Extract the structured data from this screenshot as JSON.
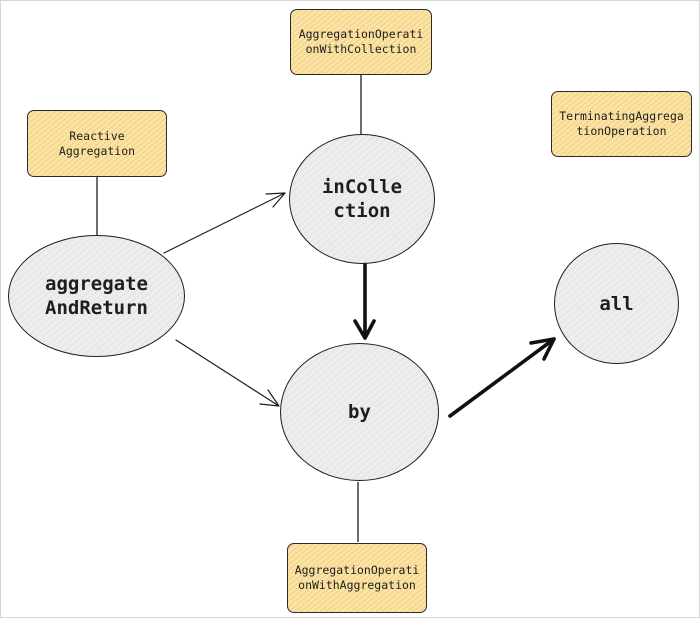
{
  "diagram": {
    "nodes": {
      "aggregate": {
        "line1": "aggregate",
        "line2": "AndReturn"
      },
      "incollection": {
        "line1": "inColle",
        "line2": "ction"
      },
      "by": {
        "label": "by"
      },
      "all": {
        "label": "all"
      }
    },
    "notes": {
      "reactive": {
        "line1": "Reactive",
        "line2": "Aggregation"
      },
      "collection": {
        "line1": "AggregationOperati",
        "line2": "onWithCollection"
      },
      "terminating": {
        "line1": "TerminatingAggrega",
        "line2": "tionOperation"
      },
      "aggregation": {
        "line1": "AggregationOperati",
        "line2": "onWithAggregation"
      }
    },
    "colors": {
      "note_fill": "#fbe3a6",
      "node_fill": "#ededed",
      "stroke": "#1e1e1e"
    }
  }
}
